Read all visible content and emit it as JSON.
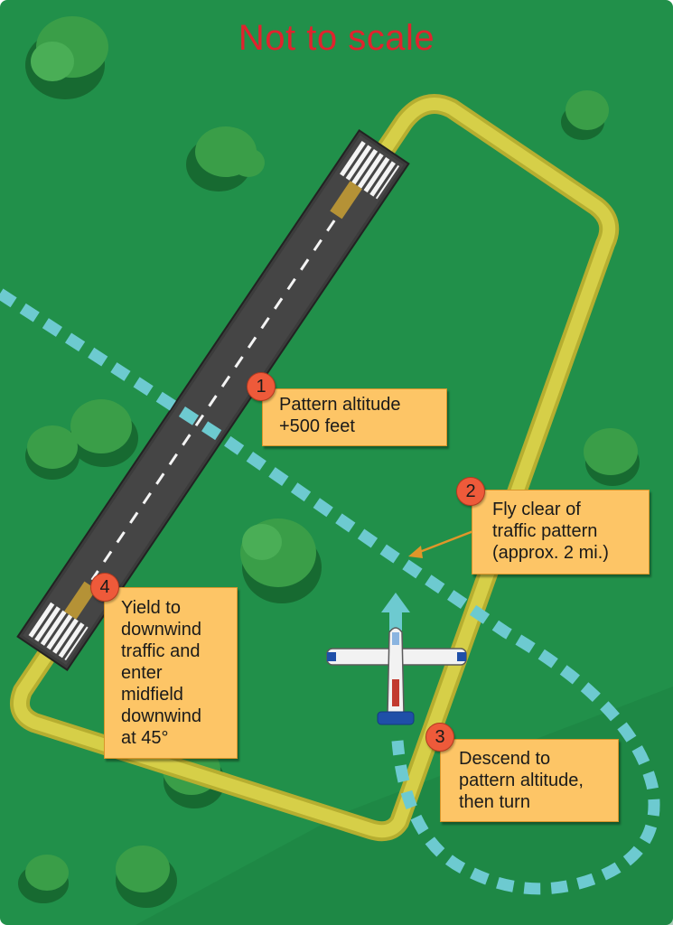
{
  "title": "Not to scale",
  "colors": {
    "title": "#e0232e",
    "grass": "#21904a",
    "grass_dark": "#1a7a3d",
    "tree": "#3a9e48",
    "tree_shadow": "#176a31",
    "runway": "#3b3b3b",
    "pattern": "#c9c23a",
    "flight_path": "#6dcad0",
    "callout_bg": "#fdc566",
    "badge": "#ee5a3a",
    "aircraft_body": "#f2f2f2",
    "aircraft_tail": "#1f4fa8"
  },
  "callouts": [
    {
      "number": "1",
      "lines": [
        "Pattern altitude",
        "+500 feet"
      ]
    },
    {
      "number": "2",
      "lines": [
        "Fly clear of",
        "traffic pattern",
        "(approx. 2 mi.)"
      ]
    },
    {
      "number": "3",
      "lines": [
        "Descend to",
        "pattern altitude,",
        "then turn"
      ]
    },
    {
      "number": "4",
      "lines": [
        "Yield to",
        "downwind",
        "traffic and",
        "enter",
        "midfield",
        "downwind",
        "at 45°"
      ]
    }
  ],
  "icons": {
    "aircraft": "airplane-icon",
    "direction": "arrow-up-icon"
  }
}
